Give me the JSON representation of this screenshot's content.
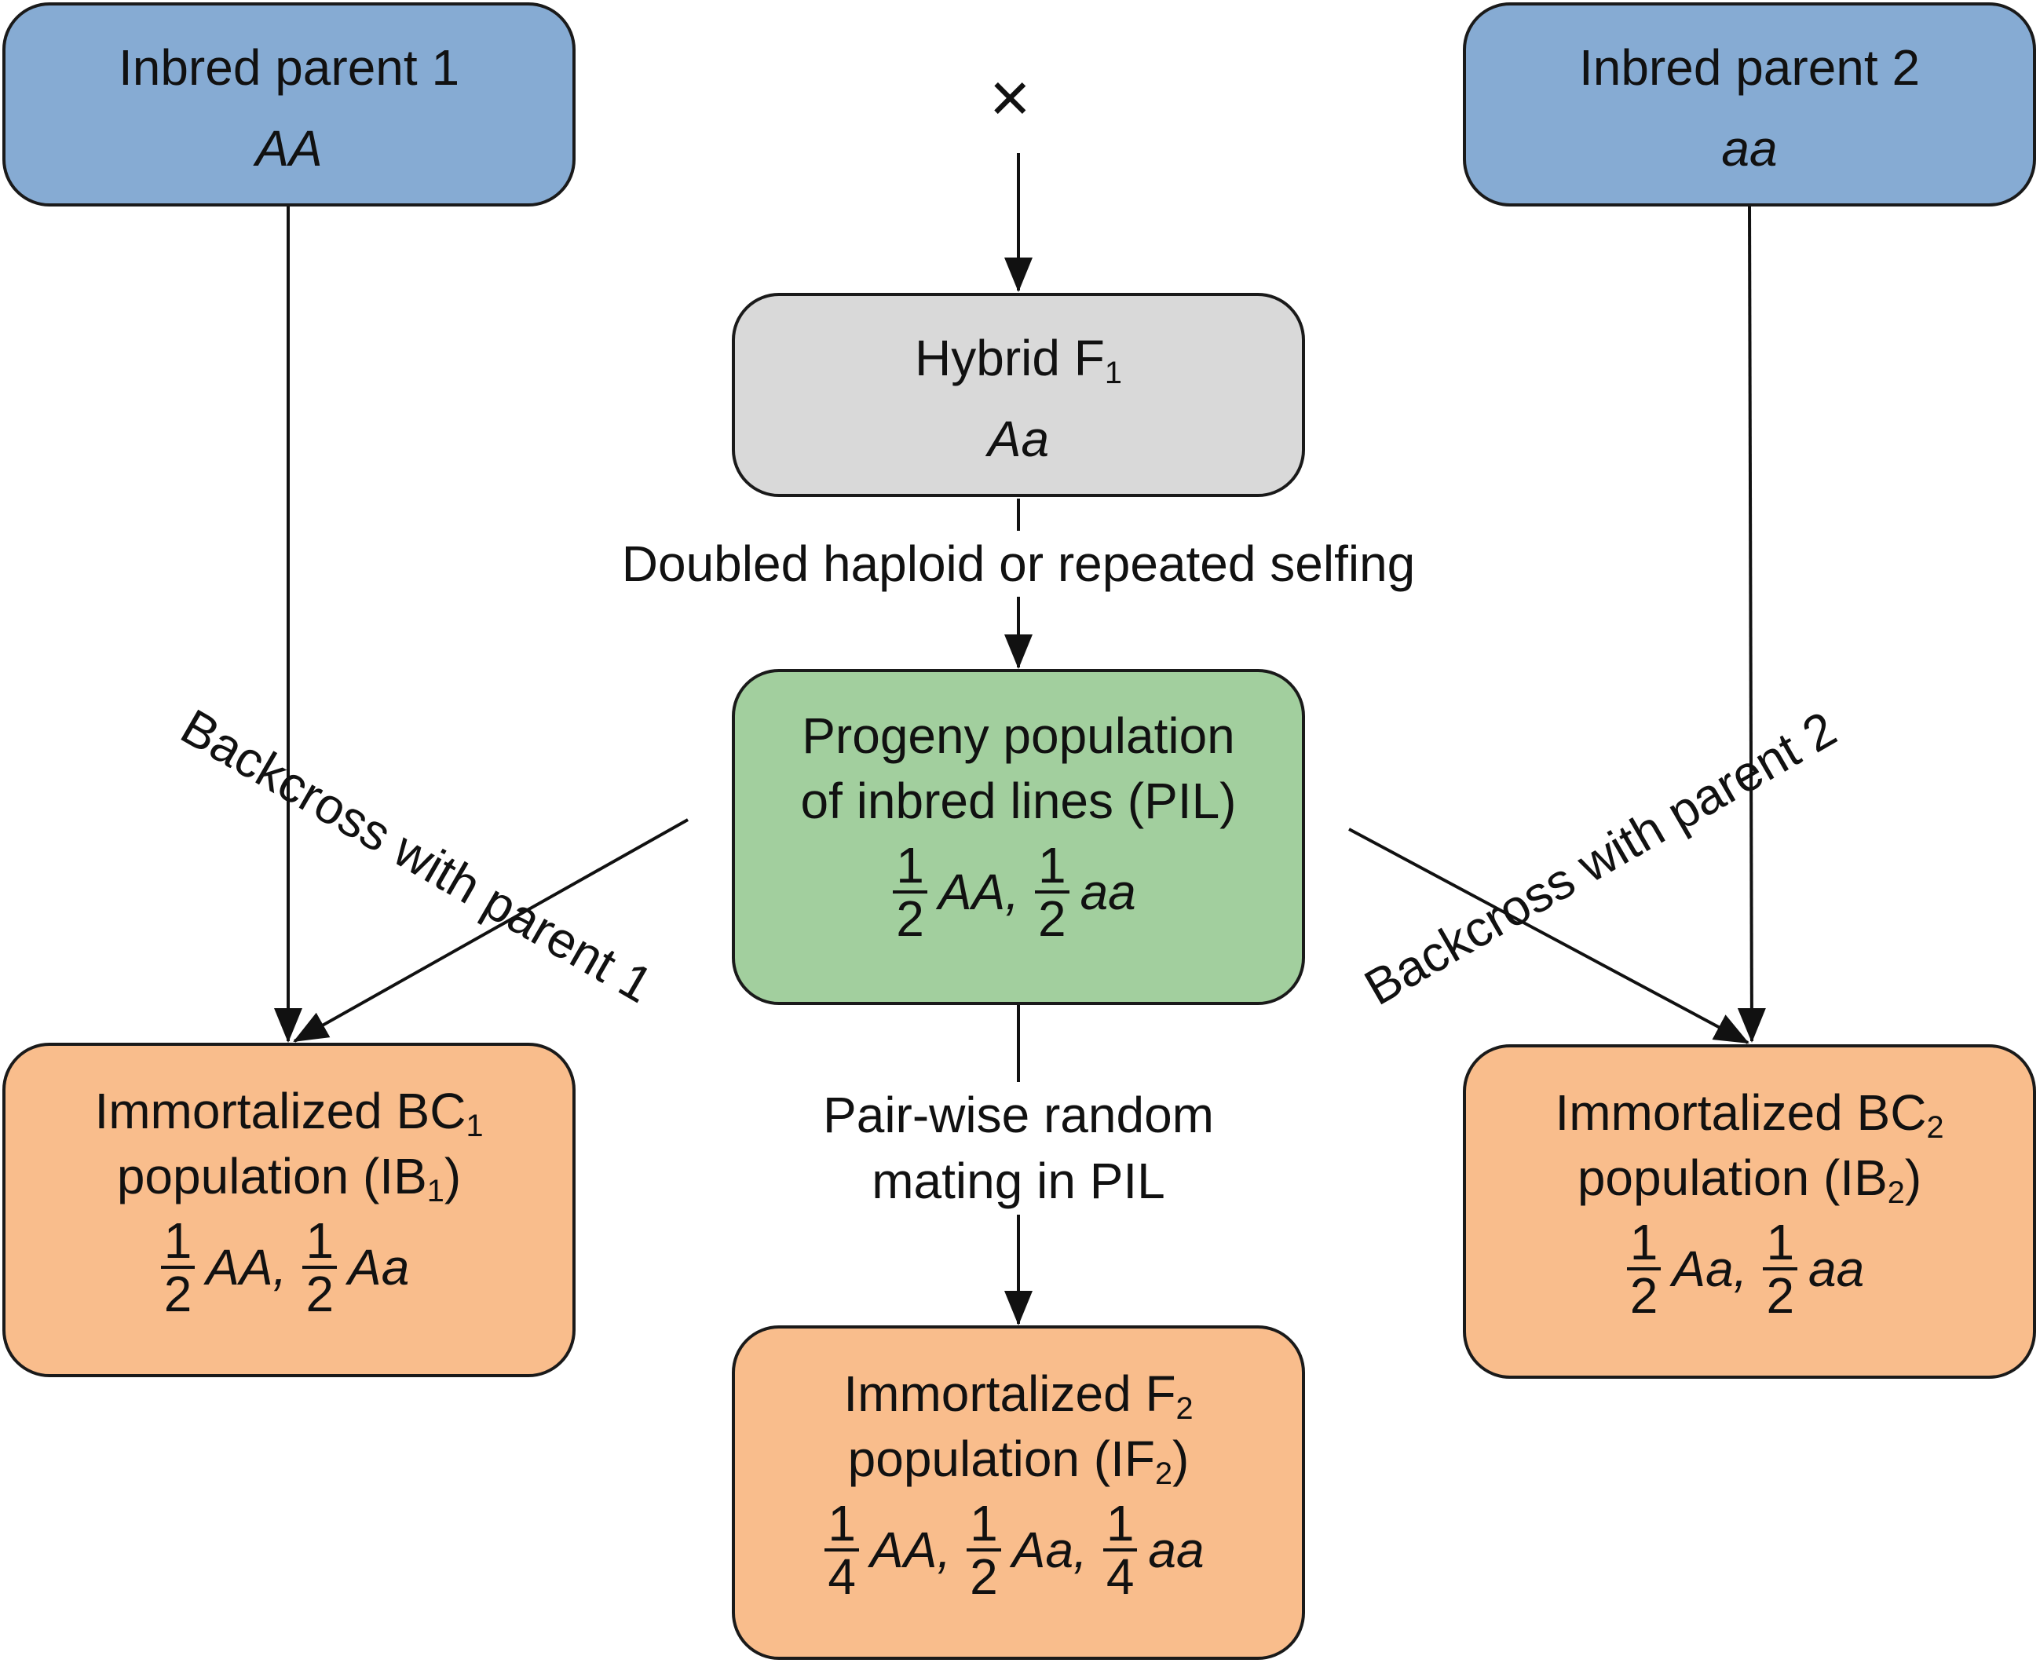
{
  "colors": {
    "parent": "#86abd3",
    "hybrid": "#d9d9d9",
    "pil": "#a2cf9e",
    "immortal": "#f9bd8c"
  },
  "cross_symbol": "×",
  "parent1": {
    "title": "Inbred parent 1",
    "genotype": "AA"
  },
  "parent2": {
    "title": "Inbred parent 2",
    "genotype": "aa"
  },
  "hybrid": {
    "title": "Hybrid F",
    "sub": "1",
    "genotype": "Aa"
  },
  "pil": {
    "line1": "Progeny population",
    "line2": "of inbred lines (PIL)",
    "genotypes": [
      {
        "num": "1",
        "den": "2",
        "g": "AA,"
      },
      {
        "num": "1",
        "den": "2",
        "g": "aa"
      }
    ]
  },
  "ib1": {
    "line1": "Immortalized BC",
    "line1_sub": "1",
    "line2": "population (IB",
    "line2_sub": "1",
    "line2_end": ")",
    "genotypes": [
      {
        "num": "1",
        "den": "2",
        "g": "AA,"
      },
      {
        "num": "1",
        "den": "2",
        "g": "Aa"
      }
    ]
  },
  "ib2": {
    "line1": "Immortalized BC",
    "line1_sub": "2",
    "line2": "population (IB",
    "line2_sub": "2",
    "line2_end": ")",
    "genotypes": [
      {
        "num": "1",
        "den": "2",
        "g": "Aa,"
      },
      {
        "num": "1",
        "den": "2",
        "g": "aa"
      }
    ]
  },
  "if2": {
    "line1": "Immortalized F",
    "line1_sub": "2",
    "line2": "population (IF",
    "line2_sub": "2",
    "line2_end": ")",
    "genotypes": [
      {
        "num": "1",
        "den": "4",
        "g": "AA,"
      },
      {
        "num": "1",
        "den": "2",
        "g": "Aa,"
      },
      {
        "num": "1",
        "den": "4",
        "g": "aa"
      }
    ]
  },
  "labels": {
    "doubled": "Doubled haploid or repeated selfing",
    "pairwise_1": "Pair-wise random",
    "pairwise_2": "mating in PIL",
    "backcross1": "Backcross with parent 1",
    "backcross2": "Backcross with parent 2"
  }
}
